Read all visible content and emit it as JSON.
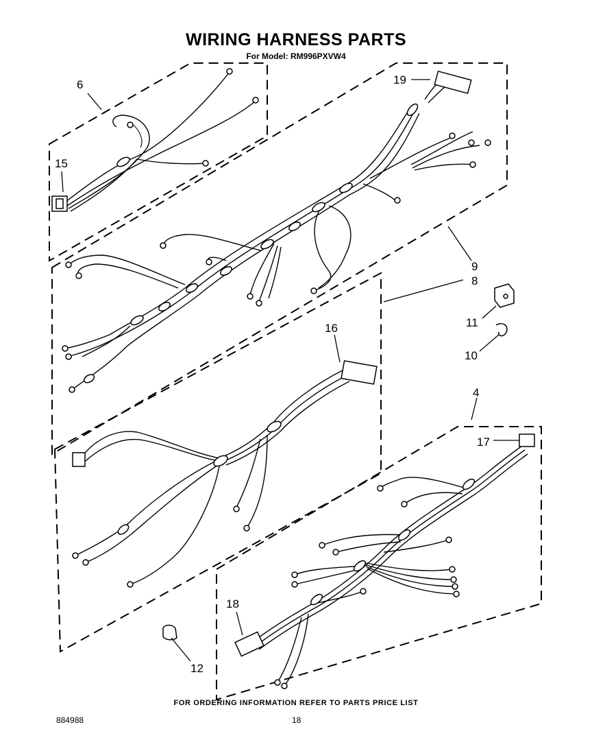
{
  "header": {
    "title": "WIRING HARNESS PARTS",
    "subtitle": "For Model: RM996PXVW4"
  },
  "callouts": [
    {
      "id": "c6",
      "text": "6"
    },
    {
      "id": "c15",
      "text": "15"
    },
    {
      "id": "c19",
      "text": "19"
    },
    {
      "id": "c9",
      "text": "9"
    },
    {
      "id": "c8",
      "text": "8"
    },
    {
      "id": "c11",
      "text": "11"
    },
    {
      "id": "c10",
      "text": "10"
    },
    {
      "id": "c16",
      "text": "16"
    },
    {
      "id": "c4",
      "text": "4"
    },
    {
      "id": "c17",
      "text": "17"
    },
    {
      "id": "c18",
      "text": "18"
    },
    {
      "id": "c12",
      "text": "12"
    }
  ],
  "footer": {
    "note": "FOR ORDERING INFORMATION REFER TO PARTS PRICE LIST",
    "doc_number": "884988",
    "page_number": "18"
  }
}
